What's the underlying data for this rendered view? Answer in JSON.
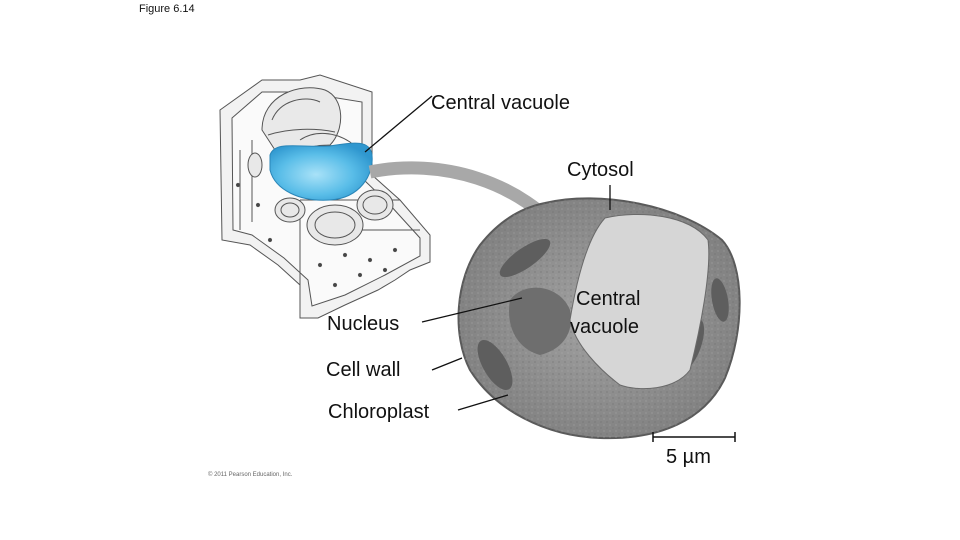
{
  "figure_label": "Figure 6.14",
  "labels": {
    "central_vacuole_top": "Central vacuole",
    "cytosol": "Cytosol",
    "central_vacuole_micro_line1": "Central",
    "central_vacuole_micro_line2": "vacuole",
    "nucleus": "Nucleus",
    "cell_wall": "Cell wall",
    "chloroplast": "Chloroplast",
    "scale_bar": "5 µm"
  },
  "copyright": "© 2011 Pearson Education, Inc.",
  "colors": {
    "vacuole_blue": "#59bde8",
    "micrograph_gray": "#8f8f8f",
    "vacuole_light": "#d6d6d6",
    "arrow_gray": "#a8a8a8"
  }
}
